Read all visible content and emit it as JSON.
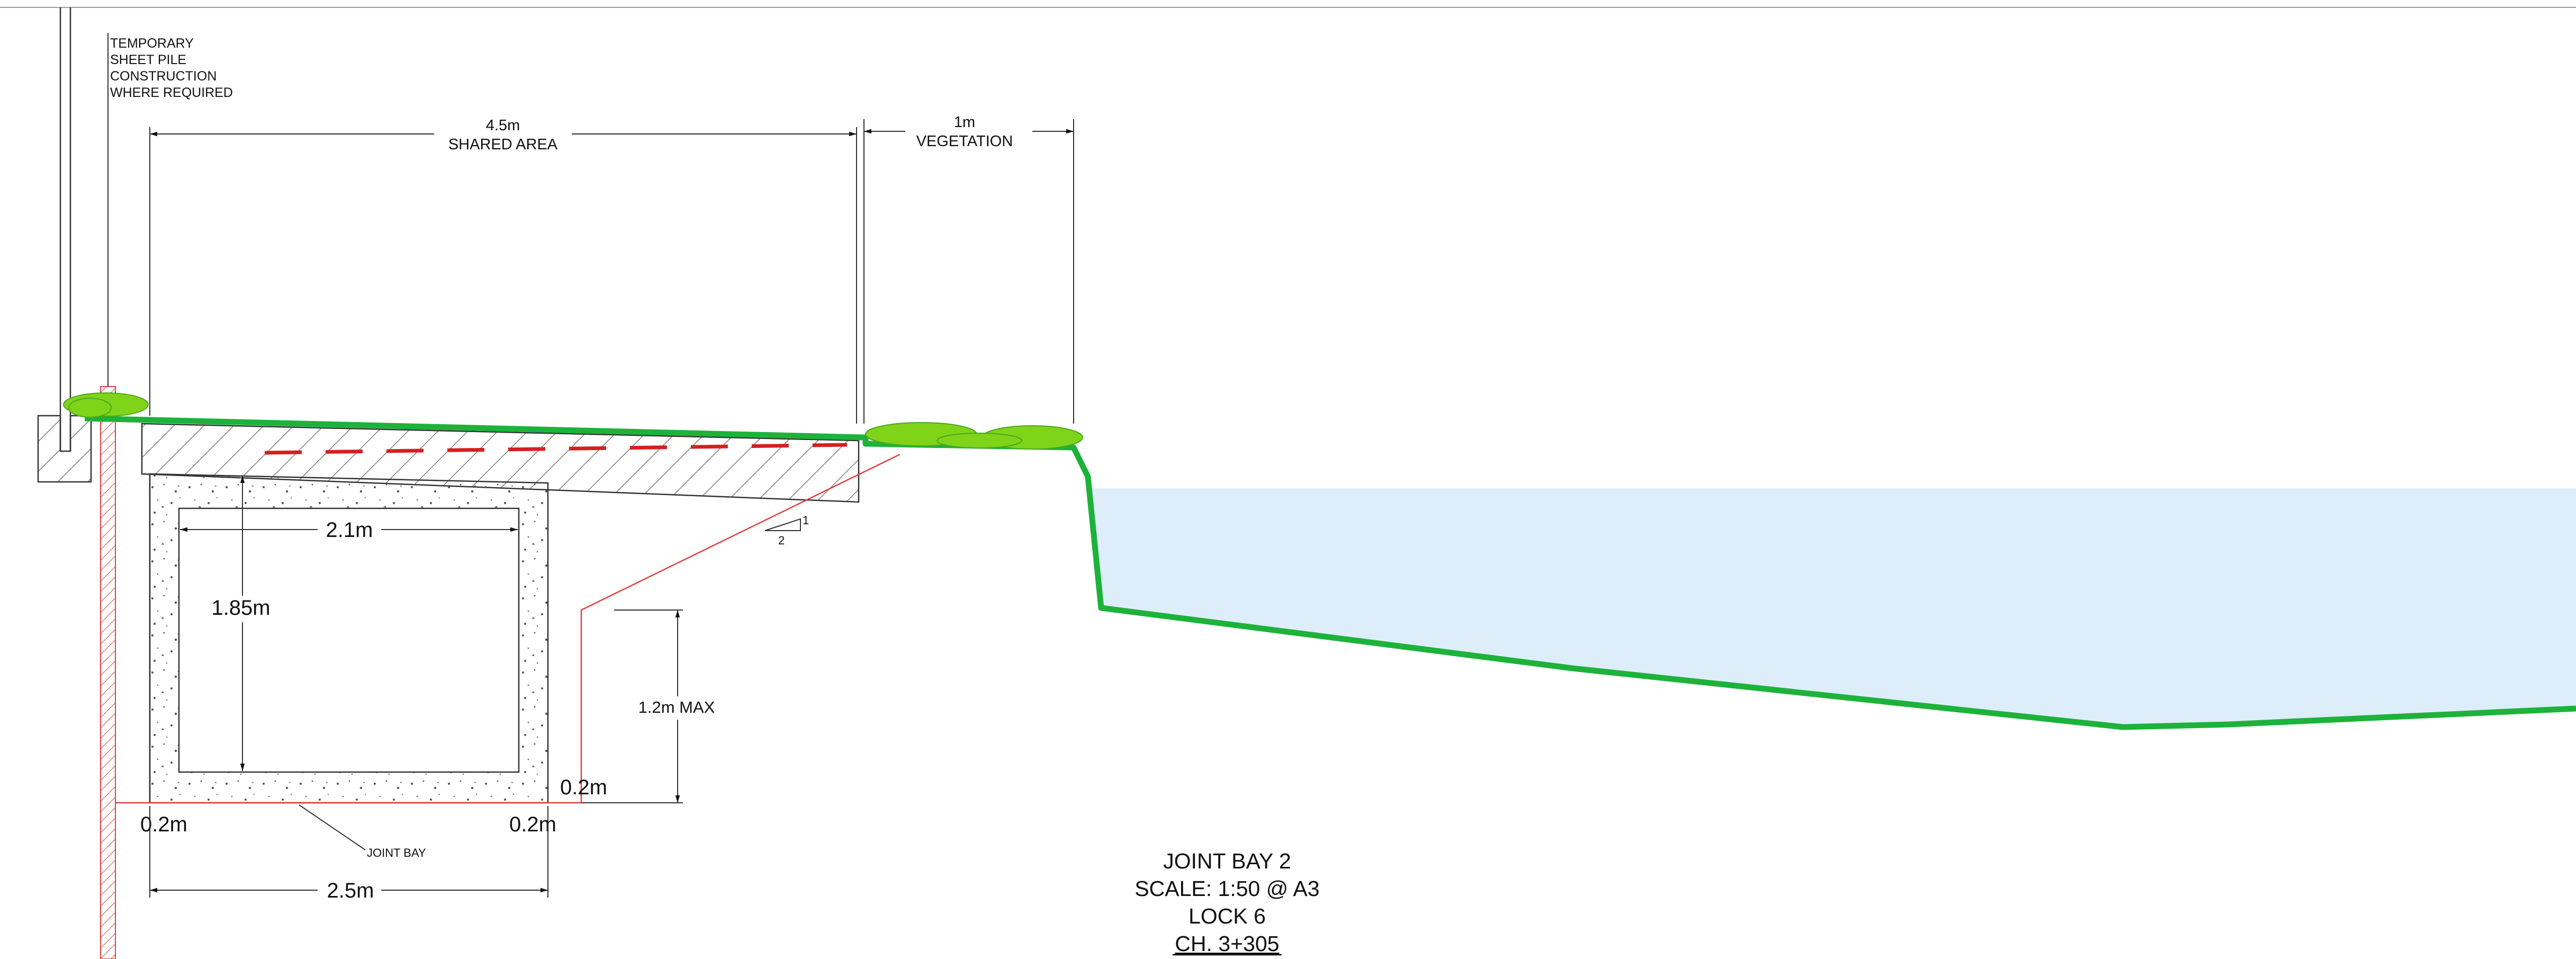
{
  "colors": {
    "ground": "#1db33b",
    "water": "#deedfa",
    "services": "#d42020",
    "line": "#222222",
    "vegetation": "#7fd41a"
  },
  "notes": {
    "sheet_pile": [
      "TEMPORARY",
      "SHEET PILE",
      "CONSTRUCTION",
      "WHERE REQUIRED"
    ],
    "joint_bay_leader": "JOINT BAY",
    "slope_rise": "1",
    "slope_run": "2"
  },
  "dimensions": {
    "shared_area_width": "4.5m",
    "shared_area_label": "SHARED AREA",
    "vegetation_width": "1m",
    "vegetation_label": "VEGETATION",
    "inner_width": "2.1m",
    "inner_height": "1.85m",
    "max_depth": "1.2m MAX",
    "offset_right": "0.2m",
    "wall_left": "0.2m",
    "wall_right": "0.2m",
    "overall_width": "2.5m"
  },
  "title_block": {
    "line1": "JOINT BAY 2",
    "line2": "SCALE: 1:50 @ A3",
    "line3": "LOCK 6",
    "line4": "CH. 3+305"
  }
}
